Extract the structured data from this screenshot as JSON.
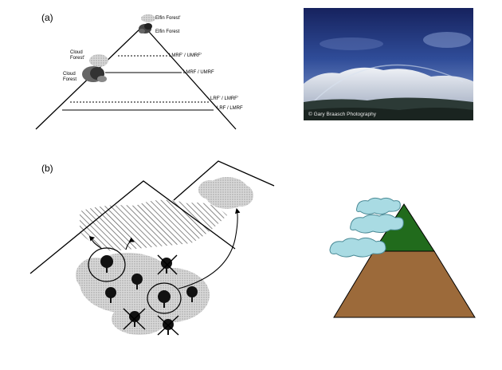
{
  "panel_a": {
    "label": "(a)",
    "zones": {
      "elfin_forest_prime": "Elfin Forest'",
      "elfin_forest": "Elfin Forest",
      "cloud_forest_prime": "Cloud Forest'",
      "cloud_forest": "Cloud Forest",
      "lmrf_umrf_prime": "LMRF' / UMRF'",
      "lmrf_umrf": "LMRF / UMRF",
      "lrf_lmrf_prime": "LRF' / LMRF'",
      "lrf_lmrf": "LRF / LMRF"
    }
  },
  "photo": {
    "credit": "© Gary Braasch Photography"
  },
  "panel_b": {
    "label": "(b)"
  },
  "colors": {
    "sky_top": "#1b2a6b",
    "sky_mid": "#3c5aa5",
    "cloud_fill": "#a9dbe3",
    "summit_green": "#216b1c",
    "mountain_brown": "#9c6a3a",
    "stipple_gray": "#cfcfcf"
  }
}
